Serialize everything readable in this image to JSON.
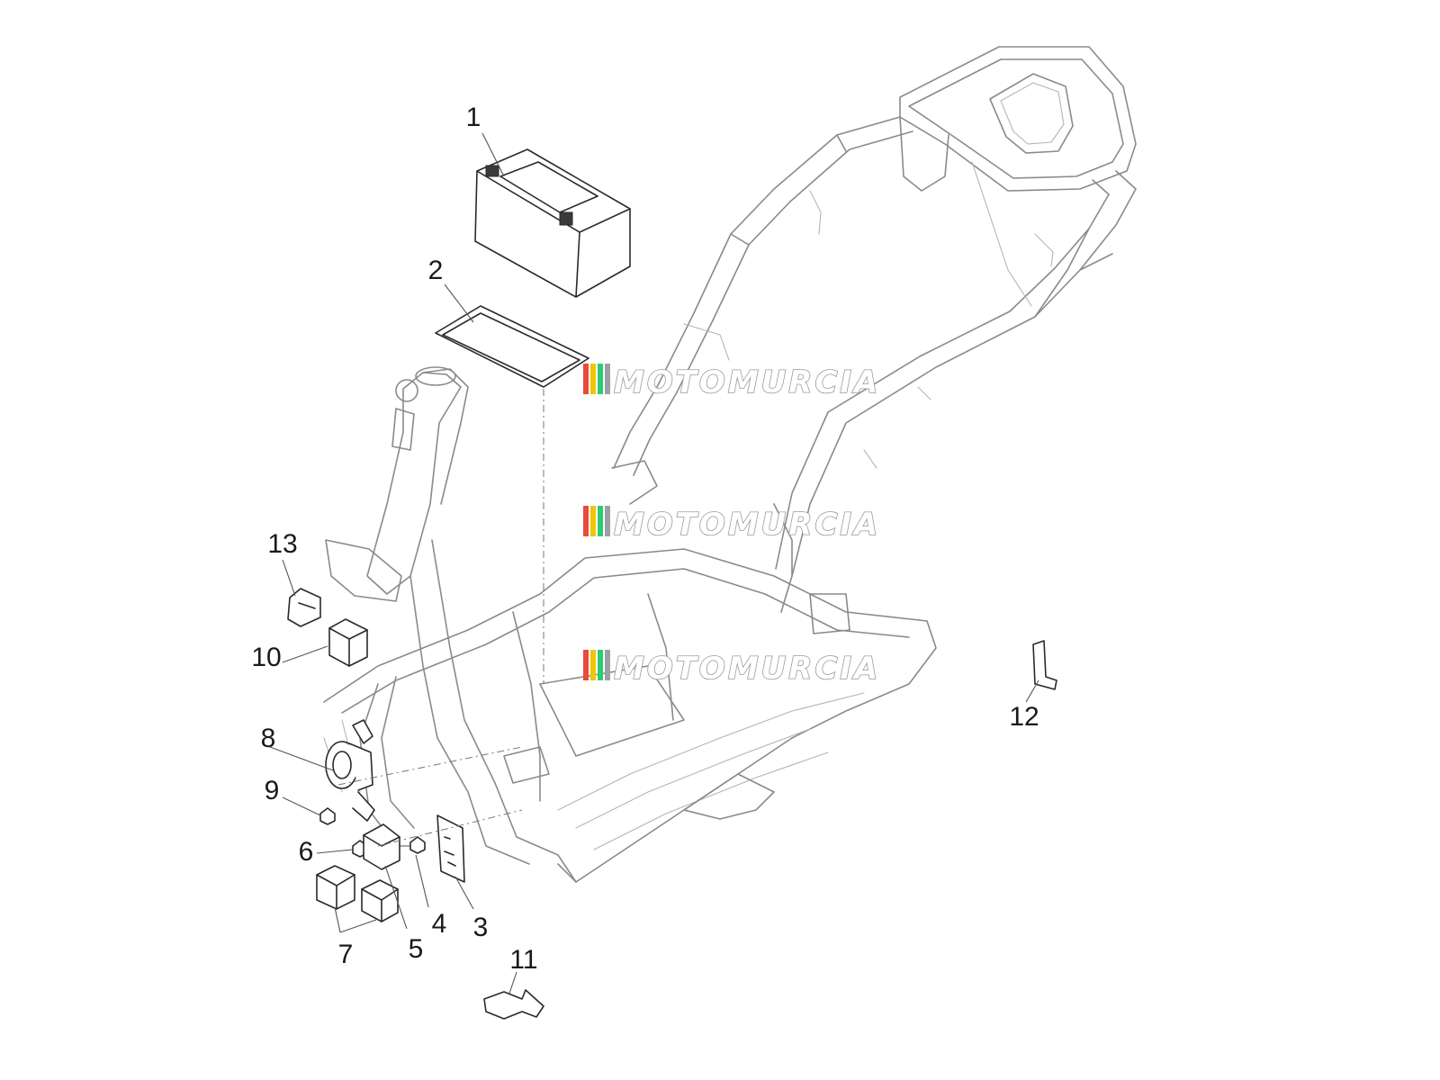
{
  "watermark": {
    "text": "MOTOMURCIA",
    "stripe_colors": [
      "#e74c3c",
      "#f1c40f",
      "#2ecc71",
      "#9aa0a6"
    ]
  },
  "callouts": [
    {
      "id": "1",
      "label": "1"
    },
    {
      "id": "2",
      "label": "2"
    },
    {
      "id": "3",
      "label": "3"
    },
    {
      "id": "4",
      "label": "4"
    },
    {
      "id": "5",
      "label": "5"
    },
    {
      "id": "6",
      "label": "6"
    },
    {
      "id": "7",
      "label": "7"
    },
    {
      "id": "8",
      "label": "8"
    },
    {
      "id": "9",
      "label": "9"
    },
    {
      "id": "10",
      "label": "10"
    },
    {
      "id": "11",
      "label": "11"
    },
    {
      "id": "12",
      "label": "12"
    },
    {
      "id": "13",
      "label": "13"
    }
  ]
}
